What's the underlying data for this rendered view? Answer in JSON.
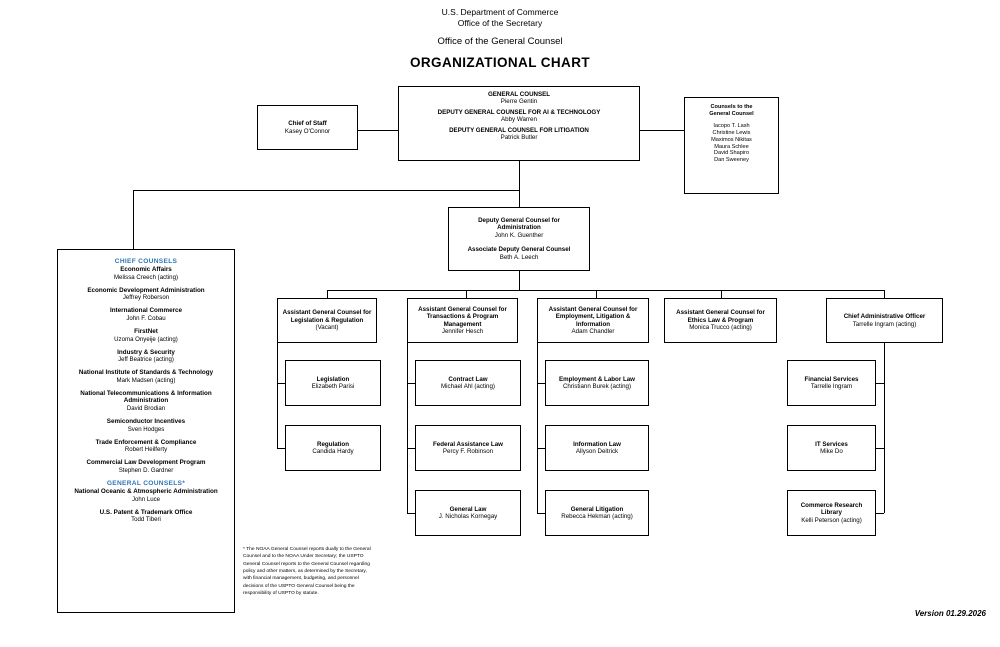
{
  "header": {
    "dept_line1": "U.S. Department of Commerce",
    "dept_line2": "Office of the Secretary",
    "office": "Office of the General Counsel",
    "title": "ORGANIZATIONAL CHART"
  },
  "accent_color": "#2E75B6",
  "chief_of_staff": {
    "title": "Chief of Staff",
    "name": "Kasey O'Connor"
  },
  "general_counsel": {
    "title1": "GENERAL COUNSEL",
    "name1": "Pierre Gentin",
    "title2": "DEPUTY GENERAL COUNSEL FOR AI & TECHNOLOGY",
    "name2": "Abby Warren",
    "title3": "DEPUTY GENERAL COUNSEL FOR LITIGATION",
    "name3": "Patrick Butler"
  },
  "counsels_to_gc": {
    "title_line1": "Counsels to the",
    "title_line2": "General Counsel",
    "names": [
      "Iacopo T. Lash",
      "Christine Lewis",
      "Maximos Nikitas",
      "Maura Schlee",
      "David Shapiro",
      "Dan Sweeney"
    ]
  },
  "deputy_gc_admin": {
    "title_line1": "Deputy General Counsel for",
    "title_line2": "Administration",
    "name1": "John K. Guenther",
    "title2": "Associate Deputy General Counsel",
    "name2": "Beth A. Leech"
  },
  "chief_counsels_panel": {
    "groups": [
      {
        "heading": "CHIEF COUNSELS",
        "org": "Economic Affairs",
        "person": "Melissa Creech (acting)"
      },
      {
        "org": "Economic Development Administration",
        "person": "Jeffrey Roberson"
      },
      {
        "org": "International Commerce",
        "person": "John F. Cobau"
      },
      {
        "org": "FirstNet",
        "person": "Uzoma Onyeije (acting)"
      },
      {
        "org": "Industry & Security",
        "person": "Jeff Beatrice (acting)"
      },
      {
        "org": "National Institute of Standards & Technology",
        "person": "Mark Madsen (acting)"
      },
      {
        "org": "National Telecommunications & Information Administration",
        "person": "David Brodian"
      },
      {
        "org": "Semiconductor Incentives",
        "person": "Sven Hodges"
      },
      {
        "org": "Trade Enforcement & Compliance",
        "person": "Robert Heilferty"
      },
      {
        "org": "Commercial Law Development Program",
        "person": "Stephen D. Gardner"
      },
      {
        "heading": "GENERAL COUNSELS*",
        "org": "National Oceanic & Atmospheric Administration",
        "person": "John Luce"
      },
      {
        "org": "U.S. Patent & Trademark Office",
        "person": "Todd Tiberi"
      }
    ]
  },
  "divisions": [
    {
      "title": "Assistant General Counsel for Legislation & Regulation",
      "name": "(Vacant)",
      "children": [
        {
          "title": "Legislation",
          "name": "Elizabeth Parisi"
        },
        {
          "title": "Regulation",
          "name": "Candida Hardy"
        }
      ]
    },
    {
      "title": "Assistant General Counsel for Transactions & Program Management",
      "name": "Jennifer Hesch",
      "children": [
        {
          "title": "Contract Law",
          "name": "Michael Ahl (acting)"
        },
        {
          "title": "Federal Assistance Law",
          "name": "Percy F. Robinson"
        },
        {
          "title": "General Law",
          "name": "J. Nicholas Kornegay"
        }
      ]
    },
    {
      "title": "Assistant General Counsel for Employment, Litigation & Information",
      "name": "Adam Chandler",
      "children": [
        {
          "title": "Employment & Labor Law",
          "name": "Christiann Burek (acting)"
        },
        {
          "title": "Information Law",
          "name": "Allyson Deitrick"
        },
        {
          "title": "General Litigation",
          "name": "Rebecca Hekman (acting)"
        }
      ]
    },
    {
      "title": "Assistant General Counsel for Ethics Law & Program",
      "name": "Monica Trucco (acting)",
      "children": []
    },
    {
      "title": "Chief Administrative Officer",
      "name": "Tarrelle Ingram (acting)",
      "children": [
        {
          "title": "Financial Services",
          "name": "Tarrelle Ingram"
        },
        {
          "title": "IT Services",
          "name": "Mike Do"
        },
        {
          "title": "Commerce Research Library",
          "name": "Kelli Peterson (acting)"
        }
      ]
    }
  ],
  "footnote": "* The NOAA General Counsel reports dually to the General Counsel and to the NOAA Under Secretary; the USPTO General Counsel reports to the General Counsel regarding policy and other matters, as determined by the Secretary, with financial management, budgeting, and personnel decisions of the USPTO General Counsel being the responsibility of USPTO by statute.",
  "version": "Version 01.29.2026"
}
